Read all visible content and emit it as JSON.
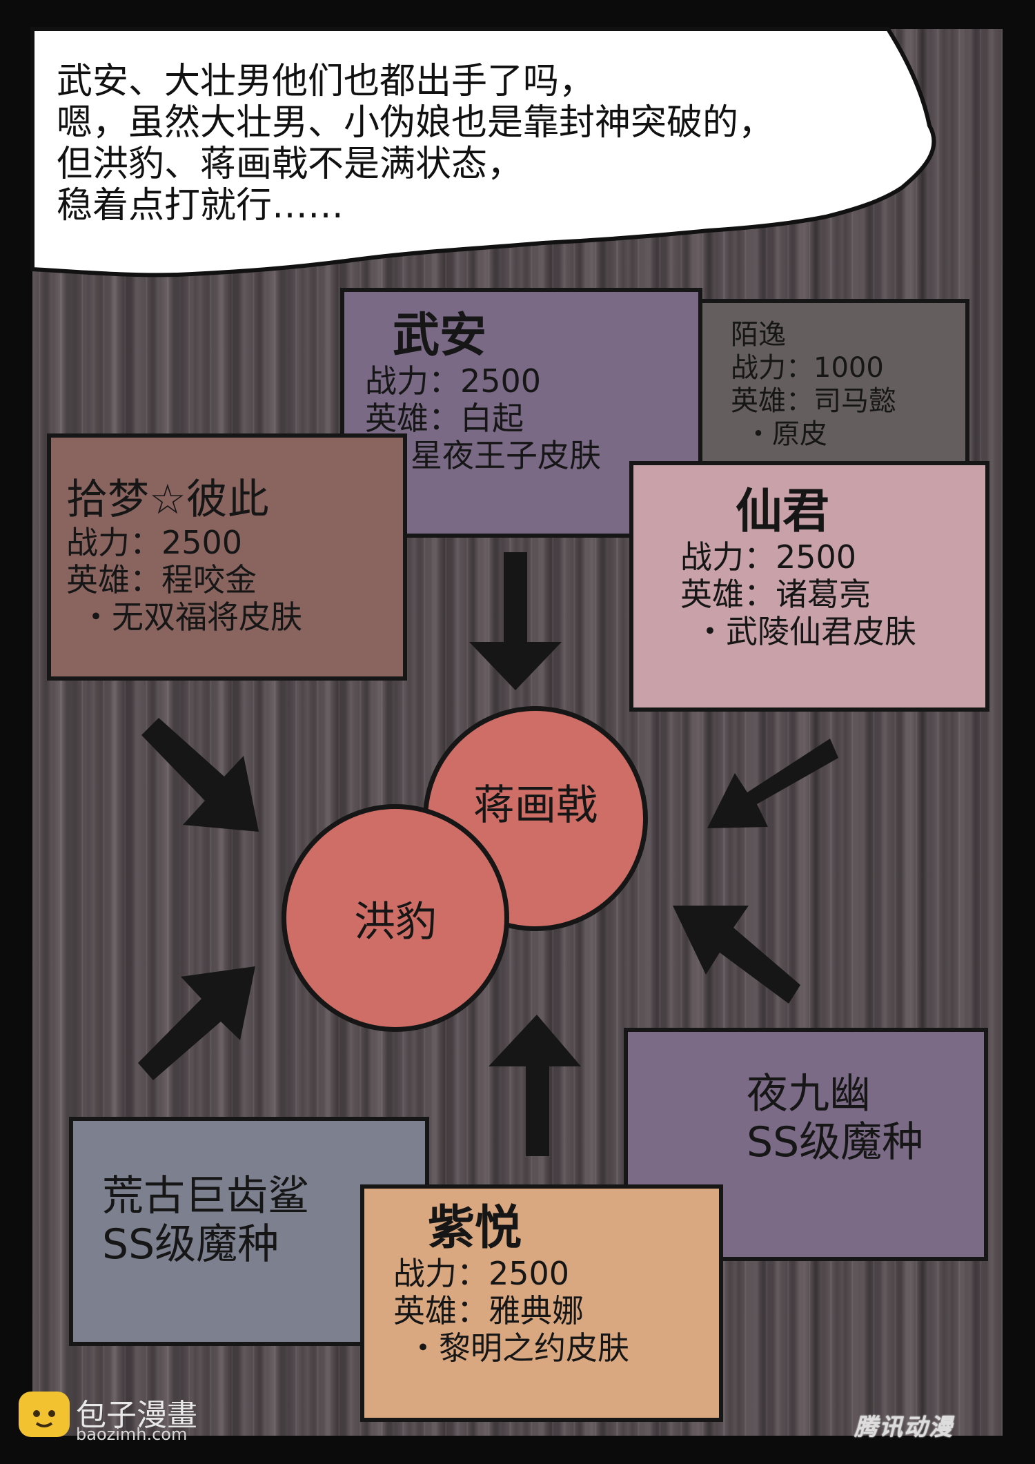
{
  "bubble_text": "武安、大壮男他们也都出手了吗，\n嗯，虽然大壮男、小伪娘也是靠封神突破的，\n但洪豹、蒋画戟不是满状态，\n稳着点打就行……",
  "cards": {
    "wuan": {
      "name": "武安",
      "power": "战力：2500",
      "hero": "英雄：白起",
      "skin": "・星夜王子皮肤"
    },
    "moyi": {
      "name": "陌逸",
      "power": "战力：1000",
      "hero": "英雄：司马懿",
      "skin": "・原皮"
    },
    "shimeng": {
      "name": "拾梦☆彼此",
      "power": "战力：2500",
      "hero": "英雄：程咬金",
      "skin": "・无双福将皮肤"
    },
    "xianjun": {
      "name": "仙君",
      "power": "战力：2500",
      "hero": "英雄：诸葛亮",
      "skin": "・武陵仙君皮肤"
    },
    "yejiu": {
      "name": "夜九幽",
      "rank": "SS级魔种"
    },
    "huanggu": {
      "name": "荒古巨齿鲨",
      "rank": "SS级魔种"
    },
    "ziyue": {
      "name": "紫悦",
      "power": "战力：2500",
      "hero": "英雄：雅典娜",
      "skin": "・黎明之约皮肤"
    }
  },
  "targets": {
    "jiang": "蒋画戟",
    "hong": "洪豹"
  },
  "watermark": {
    "brand": "包子漫畫",
    "url": "baozimh.com",
    "corner": "腾讯动漫"
  },
  "colors": {
    "target": "#cf6e66",
    "wuan": "#7a6a86",
    "xianjun": "#c9a2a9",
    "ziyue": "#d9a880",
    "huanggu": "#7c808f"
  }
}
